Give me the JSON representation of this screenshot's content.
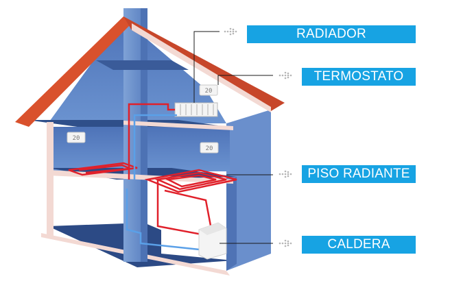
{
  "labels": {
    "radiador": "RADIADOR",
    "termostato": "TERMOSTATO",
    "piso_radiante": "PISO RADIANTE",
    "caldera": "CALDERA"
  },
  "thermostat_readout": "20",
  "icons": [
    "dotted-arrow-icon",
    "thermostat-icon",
    "radiator-icon",
    "boiler-icon"
  ],
  "colors": {
    "label_bg": "#17a3e3",
    "roof": "#d9512c",
    "wall": "#5b84c4",
    "hot_pipe": "#e0202a",
    "cold_pipe": "#5aa0e8"
  }
}
